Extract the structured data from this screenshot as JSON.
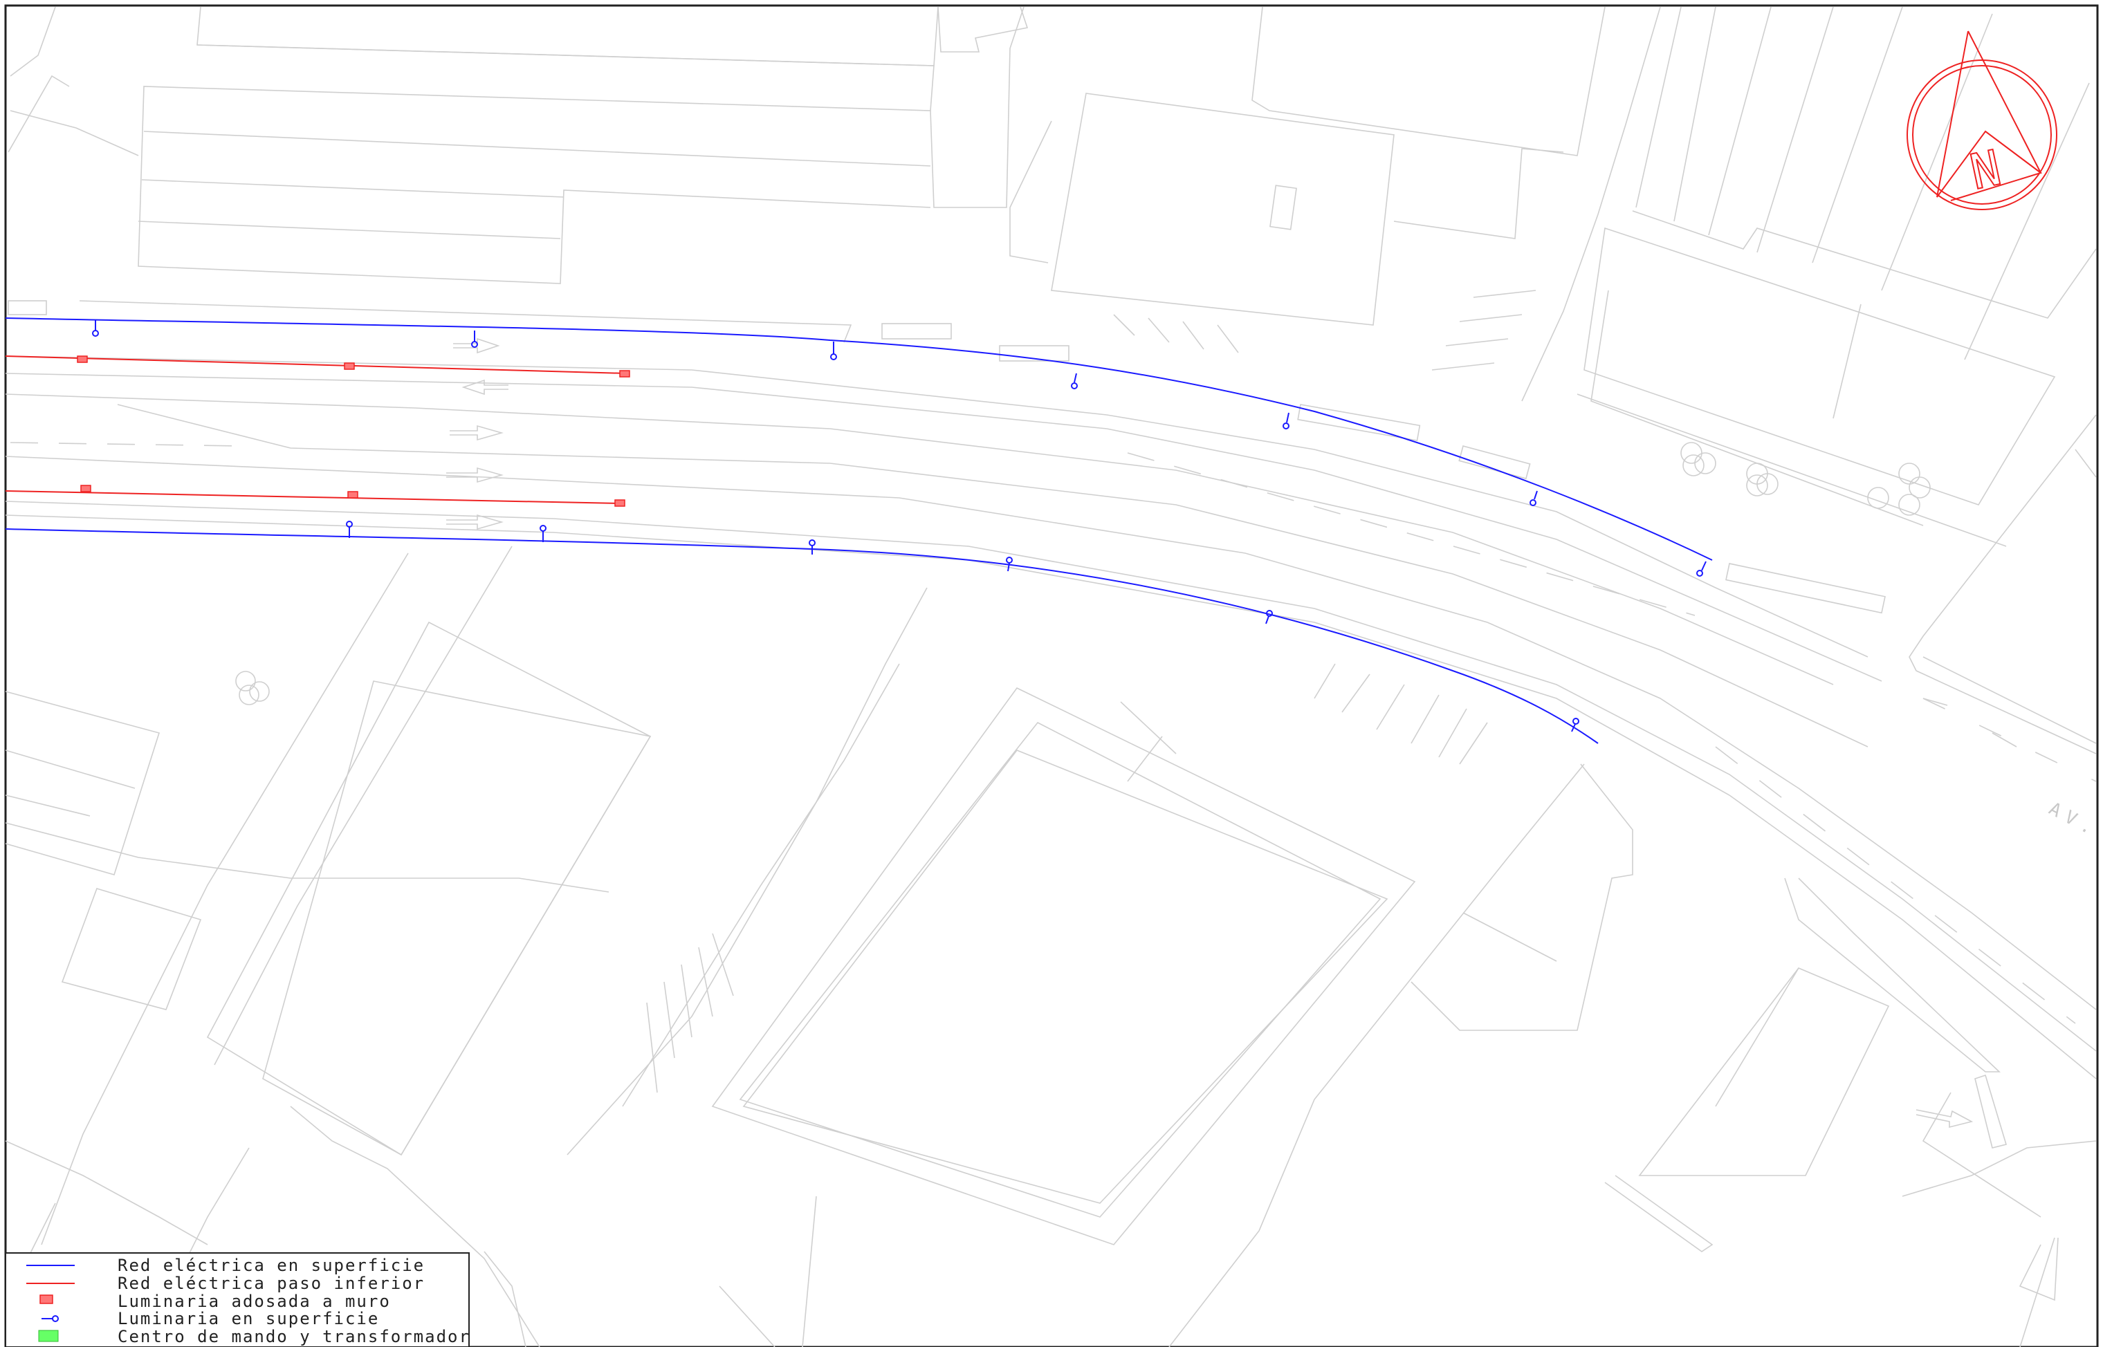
{
  "map": {
    "street_label": "AV.",
    "north_arrow_letter": "N"
  },
  "legend": {
    "items": [
      {
        "label": "Red eléctrica en superficie",
        "symbol": "blue-line"
      },
      {
        "label": "Red eléctrica paso inferior",
        "symbol": "red-line"
      },
      {
        "label": "Luminaria adosada a muro",
        "symbol": "red-rect"
      },
      {
        "label": "Luminaria en superficie",
        "symbol": "blue-lamp"
      },
      {
        "label": "Centro de mando y transformador",
        "symbol": "green-rect"
      }
    ]
  },
  "colors": {
    "surface_network": "#1a1aff",
    "underpass_network": "#ee2222",
    "wall_luminaire_fill": "#ff7777",
    "control_center_fill": "#66ff66",
    "basemap": "#cfcfcf",
    "north_arrow": "#ee2222"
  }
}
